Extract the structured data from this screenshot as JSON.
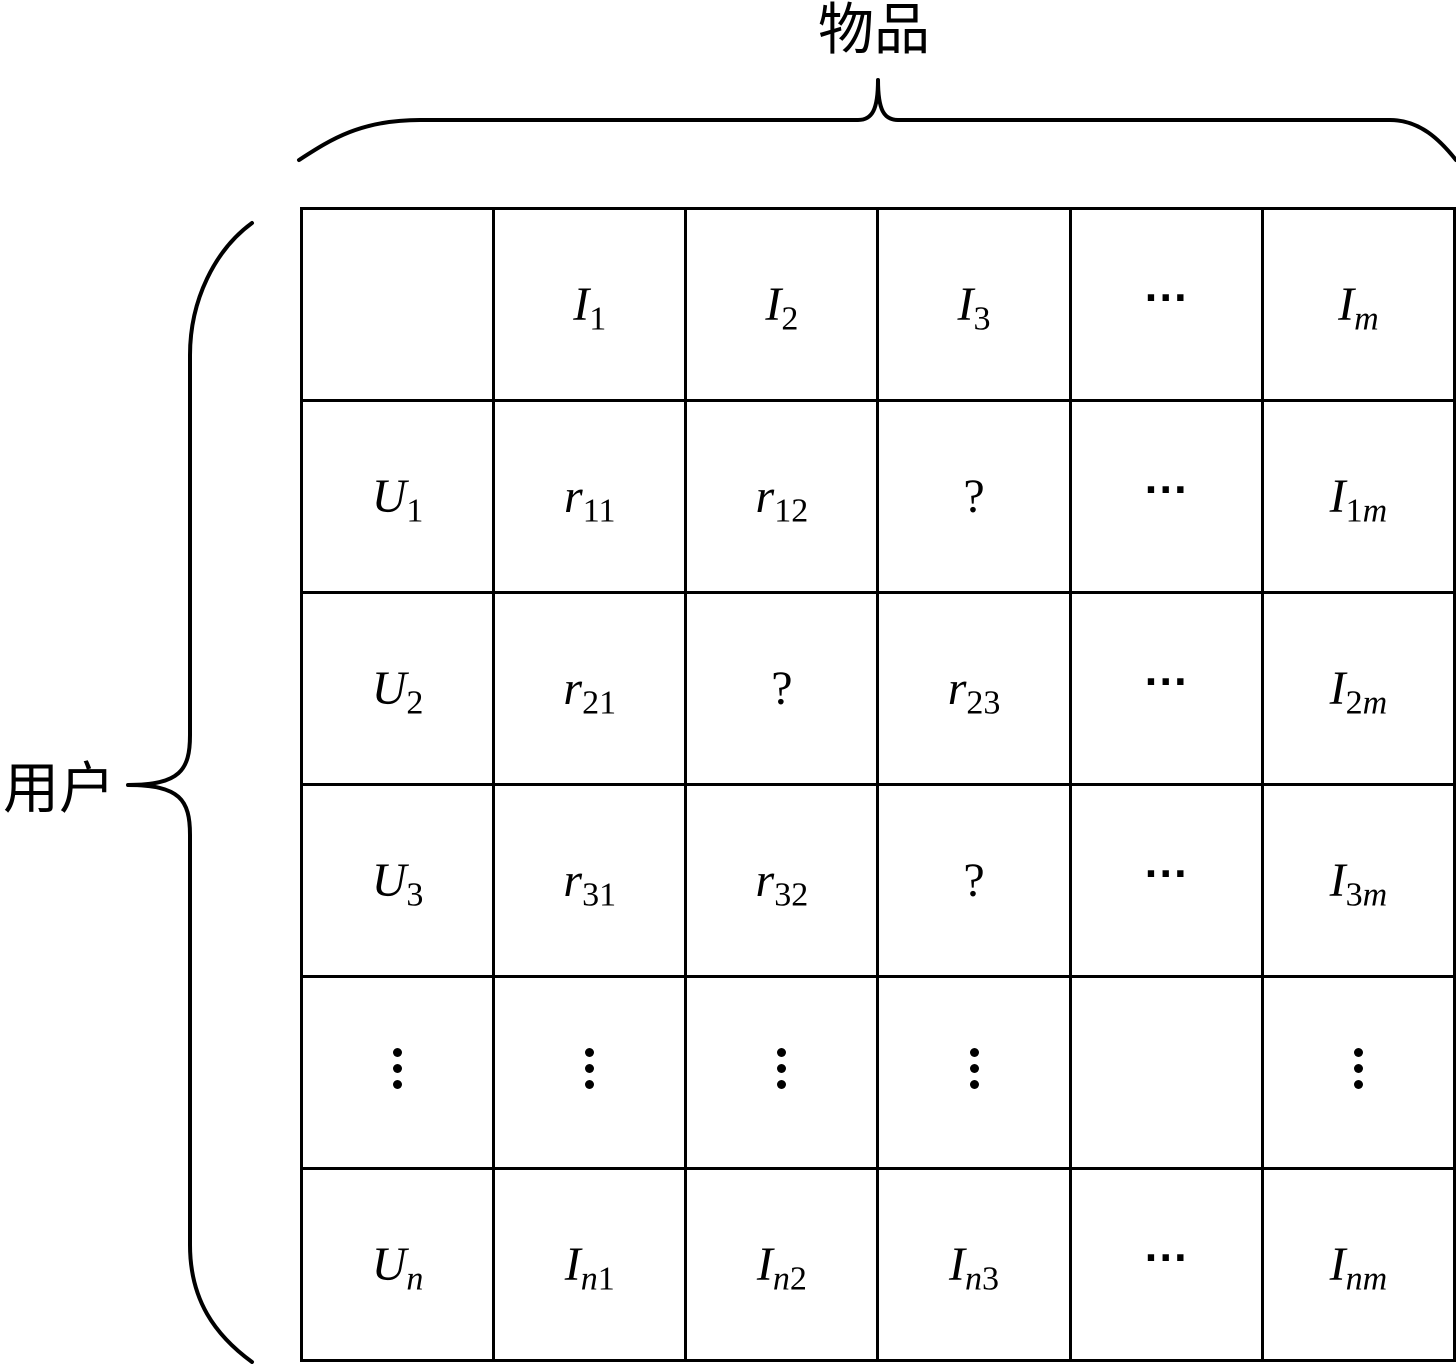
{
  "labels": {
    "items": "物品",
    "users": "用户"
  },
  "matrix": {
    "rows": [
      [
        {
          "type": "empty"
        },
        {
          "type": "sym",
          "main": "I",
          "sub": "1"
        },
        {
          "type": "sym",
          "main": "I",
          "sub": "2"
        },
        {
          "type": "sym",
          "main": "I",
          "sub": "3"
        },
        {
          "type": "hdots",
          "text": "···"
        },
        {
          "type": "sym",
          "main": "I",
          "sub": "m"
        }
      ],
      [
        {
          "type": "sym",
          "main": "U",
          "sub": "1"
        },
        {
          "type": "sym",
          "main": "r",
          "sub": "11"
        },
        {
          "type": "sym",
          "main": "r",
          "sub": "12"
        },
        {
          "type": "text",
          "text": "?"
        },
        {
          "type": "hdots",
          "text": "···"
        },
        {
          "type": "sym",
          "main": "I",
          "sub": "1m"
        }
      ],
      [
        {
          "type": "sym",
          "main": "U",
          "sub": "2"
        },
        {
          "type": "sym",
          "main": "r",
          "sub": "21"
        },
        {
          "type": "text",
          "text": "?"
        },
        {
          "type": "sym",
          "main": "r",
          "sub": "23"
        },
        {
          "type": "hdots",
          "text": "···"
        },
        {
          "type": "sym",
          "main": "I",
          "sub": "2m"
        }
      ],
      [
        {
          "type": "sym",
          "main": "U",
          "sub": "3"
        },
        {
          "type": "sym",
          "main": "r",
          "sub": "31"
        },
        {
          "type": "sym",
          "main": "r",
          "sub": "32"
        },
        {
          "type": "text",
          "text": "?"
        },
        {
          "type": "hdots",
          "text": "···"
        },
        {
          "type": "sym",
          "main": "I",
          "sub": "3m"
        }
      ],
      [
        {
          "type": "vdots"
        },
        {
          "type": "vdots"
        },
        {
          "type": "vdots"
        },
        {
          "type": "vdots"
        },
        {
          "type": "empty"
        },
        {
          "type": "vdots"
        }
      ],
      [
        {
          "type": "sym",
          "main": "U",
          "sub": "n"
        },
        {
          "type": "sym",
          "main": "I",
          "sub": "n1"
        },
        {
          "type": "sym",
          "main": "I",
          "sub": "n2"
        },
        {
          "type": "sym",
          "main": "I",
          "sub": "n3"
        },
        {
          "type": "hdots",
          "text": "···"
        },
        {
          "type": "sym",
          "main": "I",
          "sub": "nm"
        }
      ]
    ]
  }
}
